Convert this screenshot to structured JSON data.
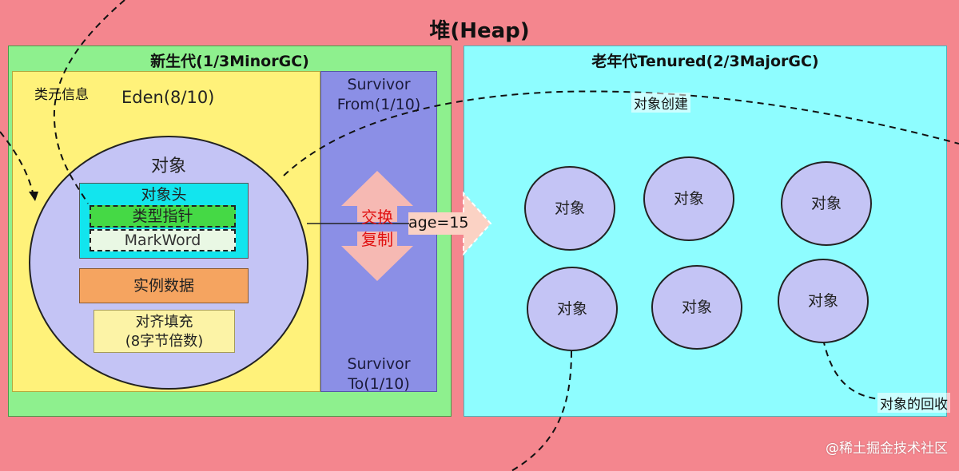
{
  "heap_title": "堆(Heap)",
  "young_gen": {
    "title": "新生代(1/3MinorGC)",
    "eden_label": "Eden(8/10)",
    "survivor_from": [
      "Survivor",
      "From(1/10)"
    ],
    "survivor_to": [
      "Survivor",
      "To(1/10)"
    ]
  },
  "old_gen": {
    "title": "老年代Tenured(2/3MajorGC)"
  },
  "object_layout": {
    "object_label": "对象",
    "header_label": "对象头",
    "type_pointer": "类型指针",
    "markword": "MarkWord",
    "instance_data": "实例数据",
    "padding": [
      "对齐填充",
      "(8字节倍数)"
    ]
  },
  "swap": [
    "交换",
    "复制"
  ],
  "age_threshold": "age=15",
  "old_objects": [
    "对象",
    "对象",
    "对象",
    "对象",
    "对象",
    "对象"
  ],
  "notes": {
    "class_info": "类元信息",
    "object_creation": "对象创建",
    "object_recycle": "对象的回收"
  },
  "watermark": "@稀土掘金技术社区"
}
